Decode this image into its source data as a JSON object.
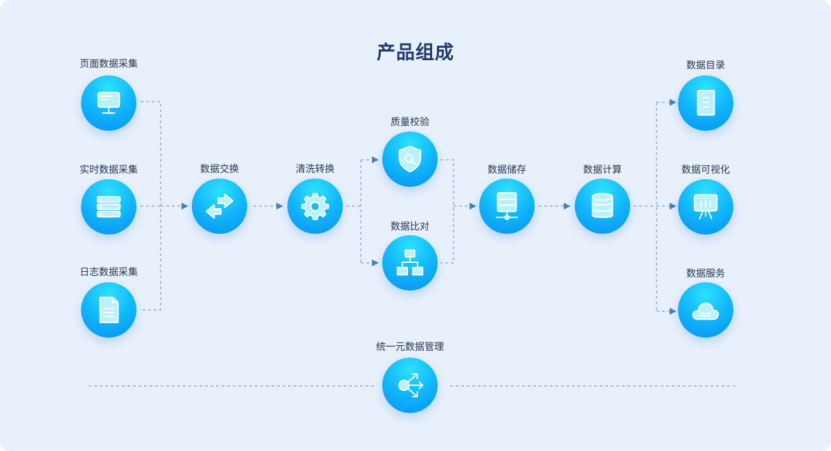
{
  "diagram": {
    "title": "产品组成",
    "nodes": {
      "page_collect": {
        "label": "页面数据采集",
        "icon": "monitor-icon"
      },
      "realtime_collect": {
        "label": "实时数据采集",
        "icon": "server-rack-icon"
      },
      "log_collect": {
        "label": "日志数据采集",
        "icon": "document-icon"
      },
      "exchange": {
        "label": "数据交换",
        "icon": "exchange-arrows-icon"
      },
      "transform": {
        "label": "清洗转换",
        "icon": "gear-icon"
      },
      "quality": {
        "label": "质量校验",
        "icon": "shield-search-icon"
      },
      "compare": {
        "label": "数据比对",
        "icon": "hierarchy-icon"
      },
      "storage": {
        "label": "数据储存",
        "icon": "storage-server-icon"
      },
      "compute": {
        "label": "数据计算",
        "icon": "database-icon"
      },
      "catalog": {
        "label": "数据目录",
        "icon": "catalog-icon"
      },
      "visualize": {
        "label": "数据可视化",
        "icon": "presentation-chart-icon"
      },
      "service": {
        "label": "数据服务",
        "icon": "cloud-icon"
      },
      "metadata": {
        "label": "统一元数据管理",
        "icon": "share-nodes-icon"
      }
    }
  }
}
